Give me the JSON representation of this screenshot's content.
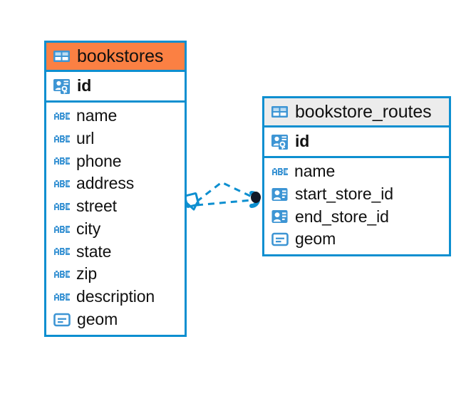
{
  "diagram": {
    "type": "entity-relationship-diagram",
    "background_color": "#ffffff",
    "accent_color": "#0d8fd0",
    "highlight_color": "#fb8043",
    "neutral_header_color": "#ececec",
    "entities": [
      {
        "name": "bookstores",
        "header_color": "#fb8043",
        "header_icon": "table-icon",
        "primary_keys": [
          {
            "label": "id",
            "icon": "primary-key-icon",
            "type": "integer"
          }
        ],
        "fields": [
          {
            "label": "name",
            "icon": "abc-text-icon"
          },
          {
            "label": "url",
            "icon": "abc-text-icon"
          },
          {
            "label": "phone",
            "icon": "abc-text-icon"
          },
          {
            "label": "address",
            "icon": "abc-text-icon"
          },
          {
            "label": "street",
            "icon": "abc-text-icon"
          },
          {
            "label": "city",
            "icon": "abc-text-icon"
          },
          {
            "label": "state",
            "icon": "abc-text-icon"
          },
          {
            "label": "zip",
            "icon": "abc-text-icon"
          },
          {
            "label": "description",
            "icon": "abc-text-icon"
          },
          {
            "label": "geom",
            "icon": "geometry-icon"
          }
        ]
      },
      {
        "name": "bookstore_routes",
        "header_color": "#ececec",
        "header_icon": "table-icon",
        "primary_keys": [
          {
            "label": "id",
            "icon": "primary-key-icon",
            "type": "integer"
          }
        ],
        "fields": [
          {
            "label": "name",
            "icon": "abc-text-icon"
          },
          {
            "label": "start_store_id",
            "icon": "foreign-key-icon"
          },
          {
            "label": "end_store_id",
            "icon": "foreign-key-icon"
          },
          {
            "label": "geom",
            "icon": "geometry-icon"
          }
        ]
      }
    ],
    "relationships": [
      {
        "from_entity": "bookstores",
        "from_field": "id",
        "to_entity": "bookstore_routes",
        "to_field": "start_store_id",
        "line_style": "dashed",
        "source_marker": "zero-or-many-diamond-marker",
        "target_marker": "one-filled-circle-marker"
      },
      {
        "from_entity": "bookstores",
        "from_field": "id",
        "to_entity": "bookstore_routes",
        "to_field": "end_store_id",
        "line_style": "dashed",
        "source_marker": "zero-or-many-diamond-marker",
        "target_marker": "one-filled-circle-marker"
      }
    ]
  }
}
